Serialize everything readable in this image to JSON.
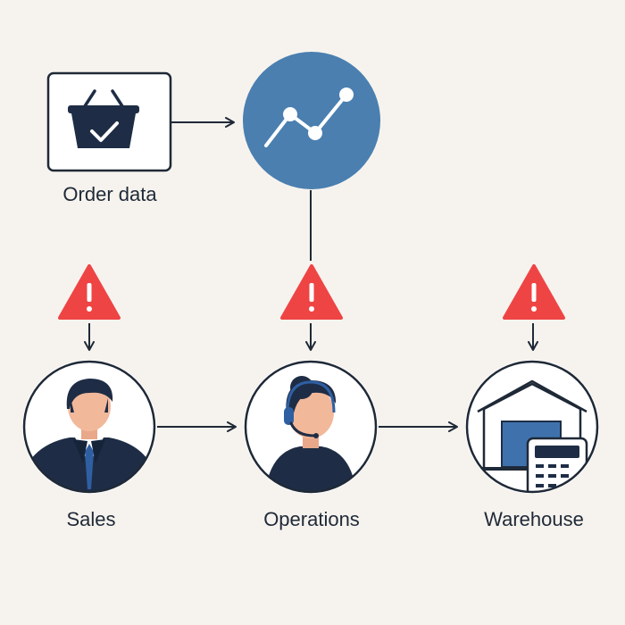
{
  "nodes": {
    "order": {
      "label": "Order data",
      "icon": "shopping-basket-check-icon"
    },
    "analytics": {
      "icon": "line-chart-icon"
    },
    "sales": {
      "label": "Sales",
      "icon": "businessman-avatar-icon"
    },
    "operations": {
      "label": "Operations",
      "icon": "headset-operator-avatar-icon"
    },
    "warehouse": {
      "label": "Warehouse",
      "icon": "warehouse-calculator-icon"
    }
  },
  "alerts": [
    "warning-triangle-icon",
    "warning-triangle-icon",
    "warning-triangle-icon"
  ],
  "edges": [
    [
      "order",
      "analytics"
    ],
    [
      "analytics",
      "operations"
    ],
    [
      "sales",
      "operations"
    ],
    [
      "operations",
      "warehouse"
    ]
  ],
  "colors": {
    "background": "#f6f3ee",
    "stroke": "#1f2937",
    "navy": "#1e2d45",
    "accent_blue": "#4a7fb0",
    "alert_red": "#ef4444",
    "skin": "#f2b89a",
    "tie_blue": "#2f5fa3",
    "box_blue": "#3f72ad"
  }
}
